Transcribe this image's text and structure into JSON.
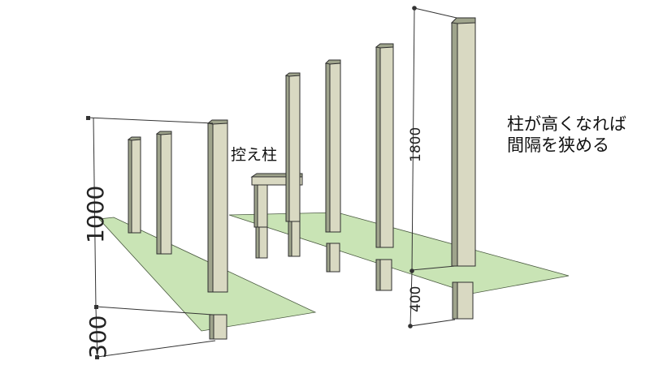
{
  "colors": {
    "ground": "#c9e4b5",
    "ground_edge": "#4a5a40",
    "post_front": "#d9d9c2",
    "post_side": "#9fa48c",
    "post_edge": "#2e2e2e",
    "dim_line": "#333333"
  },
  "dimensions": {
    "left_height": "1000",
    "left_depth": "300",
    "right_height": "1800",
    "right_depth": "400"
  },
  "labels": {
    "brace_post": "控え柱",
    "note_line1": "柱が高くなれば",
    "note_line2": "間隔を狭める"
  }
}
